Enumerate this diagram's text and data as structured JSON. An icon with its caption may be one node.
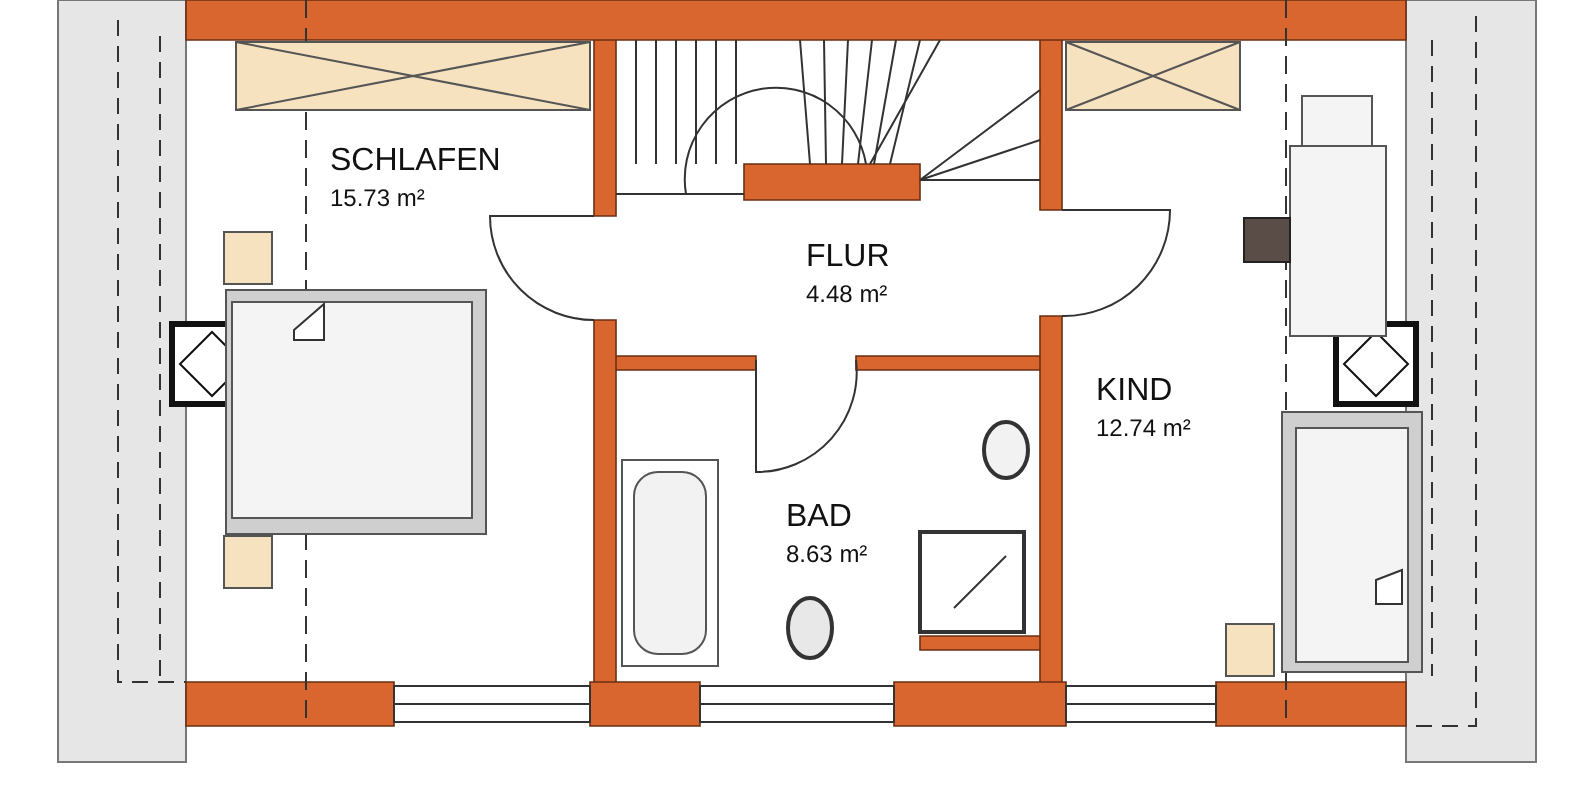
{
  "diagram": {
    "nodes": [
      {
        "text": [
          "SCHLAFEN",
          "15.73 m²"
        ]
      },
      {
        "text": [
          "FLUR",
          "4.48 m²"
        ]
      },
      {
        "text": [
          "BAD",
          "8.63 m²"
        ]
      },
      {
        "text": [
          "KIND",
          "12.74 m²"
        ]
      }
    ]
  }
}
